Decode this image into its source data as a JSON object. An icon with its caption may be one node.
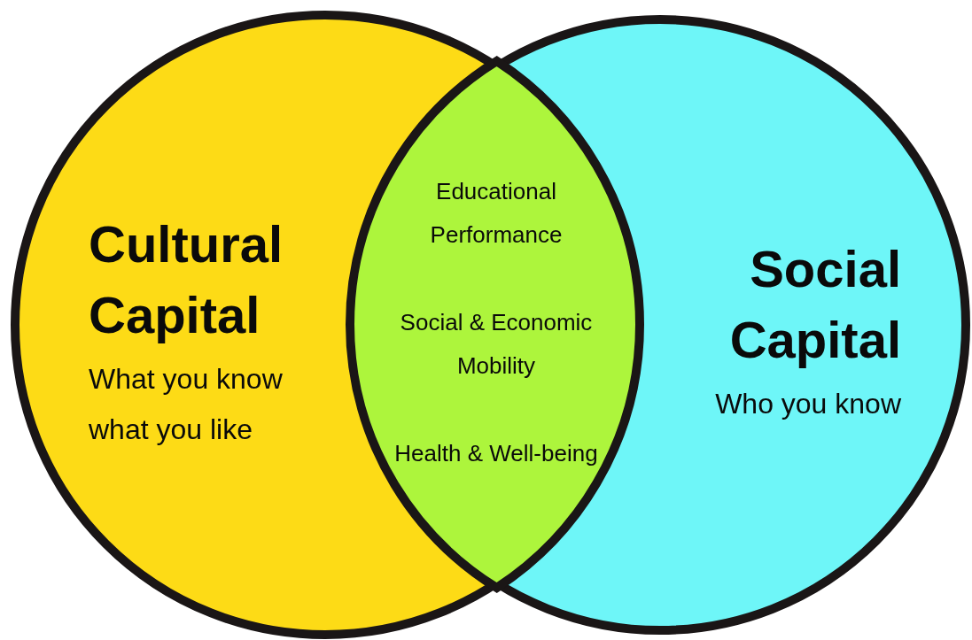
{
  "diagram": {
    "nodes": [
      {
        "text": [
          "Cultural Capital",
          "What you know what you like"
        ]
      },
      {
        "text": [
          "Social Capital",
          "Who you know"
        ]
      },
      {
        "text": [
          "Educational Performance",
          "Social & Economic Mobility",
          "Health & Well-being"
        ]
      }
    ]
  }
}
